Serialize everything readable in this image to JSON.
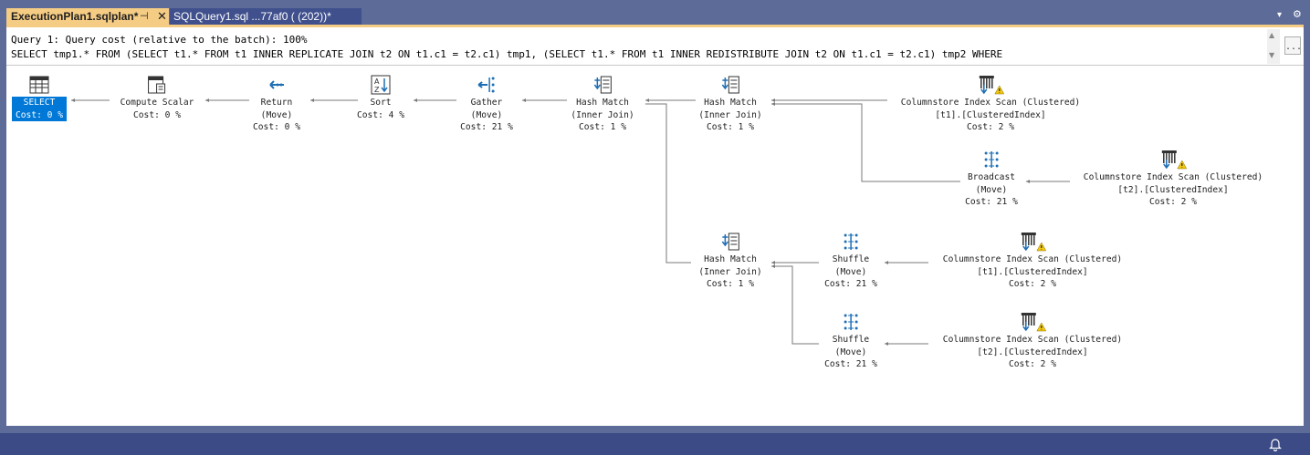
{
  "tabs": [
    {
      "label": "ExecutionPlan1.sqlplan*",
      "pin": "⊣",
      "close": "✕"
    },
    {
      "label": "SQLQuery1.sql ...77af0 ( (202))*"
    }
  ],
  "tab_controls": {
    "dropdown": "▾",
    "settings": "⚙"
  },
  "query": {
    "line1": "Query 1: Query cost (relative to the batch): 100%",
    "line2": "SELECT tmp1.* FROM (SELECT t1.* FROM t1 INNER REPLICATE JOIN t2 ON t1.c1 = t2.c1) tmp1, (SELECT t1.* FROM t1 INNER REDISTRIBUTE JOIN t2 ON t1.c1 = t2.c1) tmp2 WHERE",
    "ellipsis": "..."
  },
  "nodes": {
    "select": {
      "l1": "SELECT",
      "l2": "Cost: 0 %"
    },
    "compute": {
      "l1": "Compute Scalar",
      "l2": "Cost: 0 %"
    },
    "return": {
      "l1": "Return",
      "l2": "(Move)",
      "l3": "Cost: 0 %"
    },
    "sort": {
      "l1": "Sort",
      "l2": "Cost: 4 %"
    },
    "gather": {
      "l1": "Gather",
      "l2": "(Move)",
      "l3": "Cost: 21 %"
    },
    "hash1": {
      "l1": "Hash Match",
      "l2": "(Inner Join)",
      "l3": "Cost: 1 %"
    },
    "hash2": {
      "l1": "Hash Match",
      "l2": "(Inner Join)",
      "l3": "Cost: 1 %"
    },
    "cs1": {
      "l1": "Columnstore Index Scan (Clustered)",
      "l2": "[t1].[ClusteredIndex]",
      "l3": "Cost: 2 %"
    },
    "broadcast": {
      "l1": "Broadcast",
      "l2": "(Move)",
      "l3": "Cost: 21 %"
    },
    "cs2": {
      "l1": "Columnstore Index Scan (Clustered)",
      "l2": "[t2].[ClusteredIndex]",
      "l3": "Cost: 2 %"
    },
    "hash3": {
      "l1": "Hash Match",
      "l2": "(Inner Join)",
      "l3": "Cost: 1 %"
    },
    "shuffle1": {
      "l1": "Shuffle",
      "l2": "(Move)",
      "l3": "Cost: 21 %"
    },
    "cs3": {
      "l1": "Columnstore Index Scan (Clustered)",
      "l2": "[t1].[ClusteredIndex]",
      "l3": "Cost: 2 %"
    },
    "shuffle2": {
      "l1": "Shuffle",
      "l2": "(Move)",
      "l3": "Cost: 21 %"
    },
    "cs4": {
      "l1": "Columnstore Index Scan (Clustered)",
      "l2": "[t2].[ClusteredIndex]",
      "l3": "Cost: 2 %"
    }
  },
  "colors": {
    "accent": "#f5cc84",
    "chrome": "#5d6b99",
    "selection": "#0078d7",
    "status_bar": "#3c4a85",
    "warning": "#f2c811"
  }
}
